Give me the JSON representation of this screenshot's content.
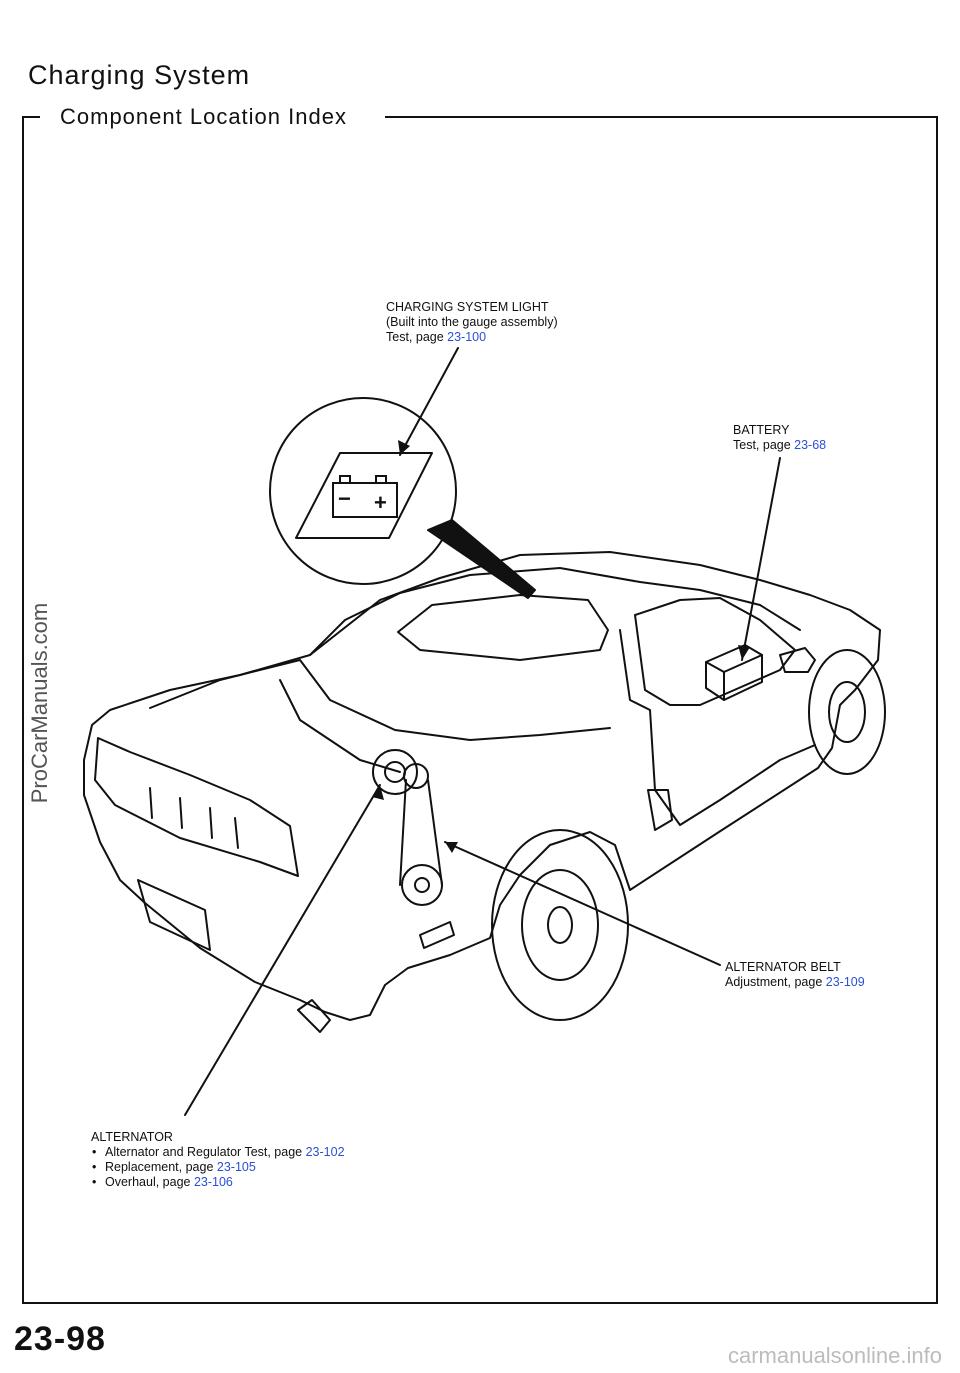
{
  "header": {
    "title": "Charging System",
    "subtitle": "Component Location Index"
  },
  "callouts": {
    "charging_light": {
      "name": "CHARGING SYSTEM LIGHT",
      "note": "(Built into the gauge assembly)",
      "action": "Test, page ",
      "ref": "23-100"
    },
    "battery": {
      "name": "BATTERY",
      "action": "Test, page ",
      "ref": "23-68"
    },
    "alternator_belt": {
      "name": "ALTERNATOR BELT",
      "action": "Adjustment, page ",
      "ref": "23-109"
    },
    "alternator": {
      "name": "ALTERNATOR",
      "items": [
        {
          "text": "Alternator and Regulator Test, page ",
          "ref": "23-102"
        },
        {
          "text": "Replacement, page ",
          "ref": "23-105"
        },
        {
          "text": "Overhaul, page ",
          "ref": "23-106"
        }
      ]
    }
  },
  "battery_symbol": {
    "minus": "−",
    "plus": "+"
  },
  "footer": {
    "page_number": "23-98",
    "watermark_side": "ProCarManuals.com",
    "watermark_bottom": "carmanualsonline.info"
  },
  "colors": {
    "link": "#2a4fd6",
    "line": "#111111"
  }
}
